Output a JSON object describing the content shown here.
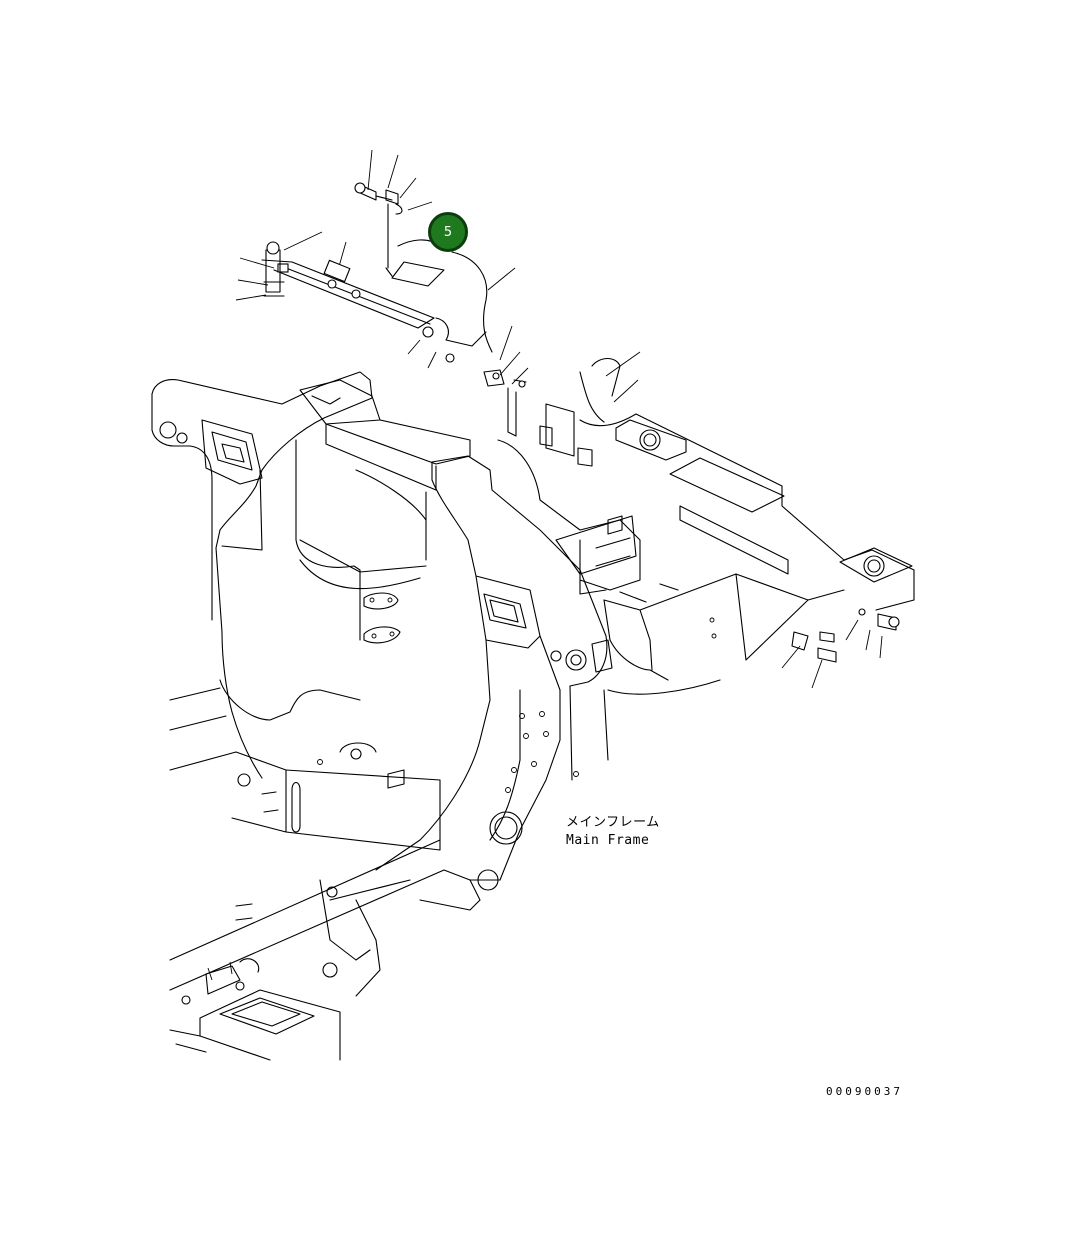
{
  "callout": {
    "number": "5",
    "color": "#1f7a1f"
  },
  "label": {
    "japanese": "メインフレーム",
    "english": "Main Frame"
  },
  "drawing_number": "00090037",
  "icons": [
    "part-callout-marker"
  ]
}
